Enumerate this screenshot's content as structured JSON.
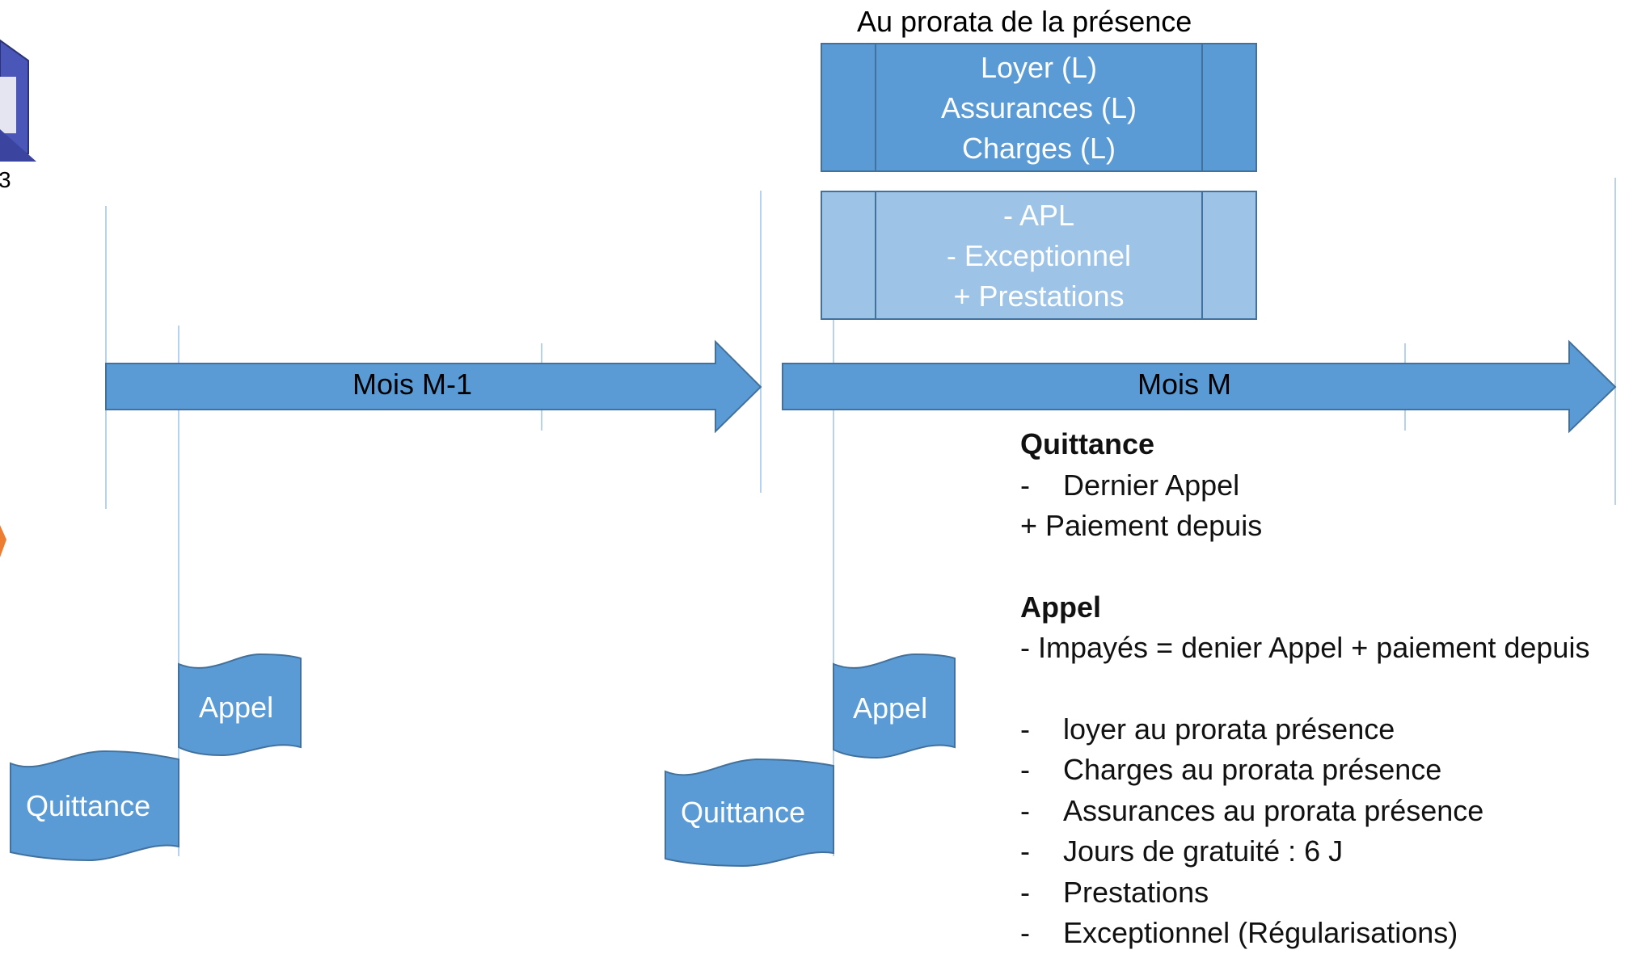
{
  "top_caption": "Au prorata de la présence",
  "box_top": {
    "lines": [
      "Loyer (L)",
      "Assurances (L)",
      "Charges (L)"
    ]
  },
  "box_bottom": {
    "lines": [
      "- APL",
      "- Exceptionnel",
      "+ Prestations"
    ]
  },
  "arrow_left": {
    "label": "Mois M-1"
  },
  "arrow_right": {
    "label": "Mois M"
  },
  "docs": {
    "appel_left": "Appel",
    "quittance_left": "Quittance",
    "appel_right": "Appel",
    "quittance_right": "Quittance"
  },
  "notes": {
    "quittance_title": "Quittance",
    "quittance_item1": "Dernier Appel",
    "quittance_item2": "+ Paiement depuis",
    "appel_title": "Appel",
    "appel_item1": "- Impayés = denier Appel + paiement depuis",
    "appel_list": [
      "loyer  au prorata présence",
      "Charges au prorata présence",
      "Assurances au prorata présence",
      "Jours de gratuité : 6 J",
      "Prestations",
      "Exceptionnel (Régularisations)"
    ],
    "dash": "-"
  },
  "colors": {
    "primary": "#5b9bd5",
    "primary_border": "#41719c",
    "light": "#9dc3e6",
    "line": "#9dc3e6"
  },
  "edge_glyph": "3"
}
